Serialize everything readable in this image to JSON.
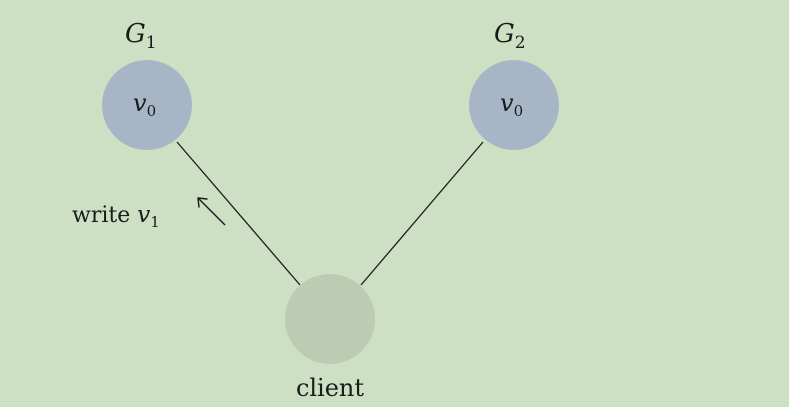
{
  "colors": {
    "background": "#cde0c3",
    "right_margin": "#ffffff",
    "server_node": "#a6b6c6",
    "client_node": "#bccbb2",
    "edge": "#1a1a1a",
    "text": "#1a1a1a"
  },
  "nodes": {
    "g1": {
      "label_base": "G",
      "label_sub": "1",
      "value_base": "v",
      "value_sub": "0"
    },
    "g2": {
      "label_base": "G",
      "label_sub": "2",
      "value_base": "v",
      "value_sub": "0"
    },
    "client": {
      "label": "client"
    }
  },
  "annotation": {
    "prefix": "write ",
    "var_base": "v",
    "var_sub": "1",
    "arrow_direction": "toward-g1"
  }
}
